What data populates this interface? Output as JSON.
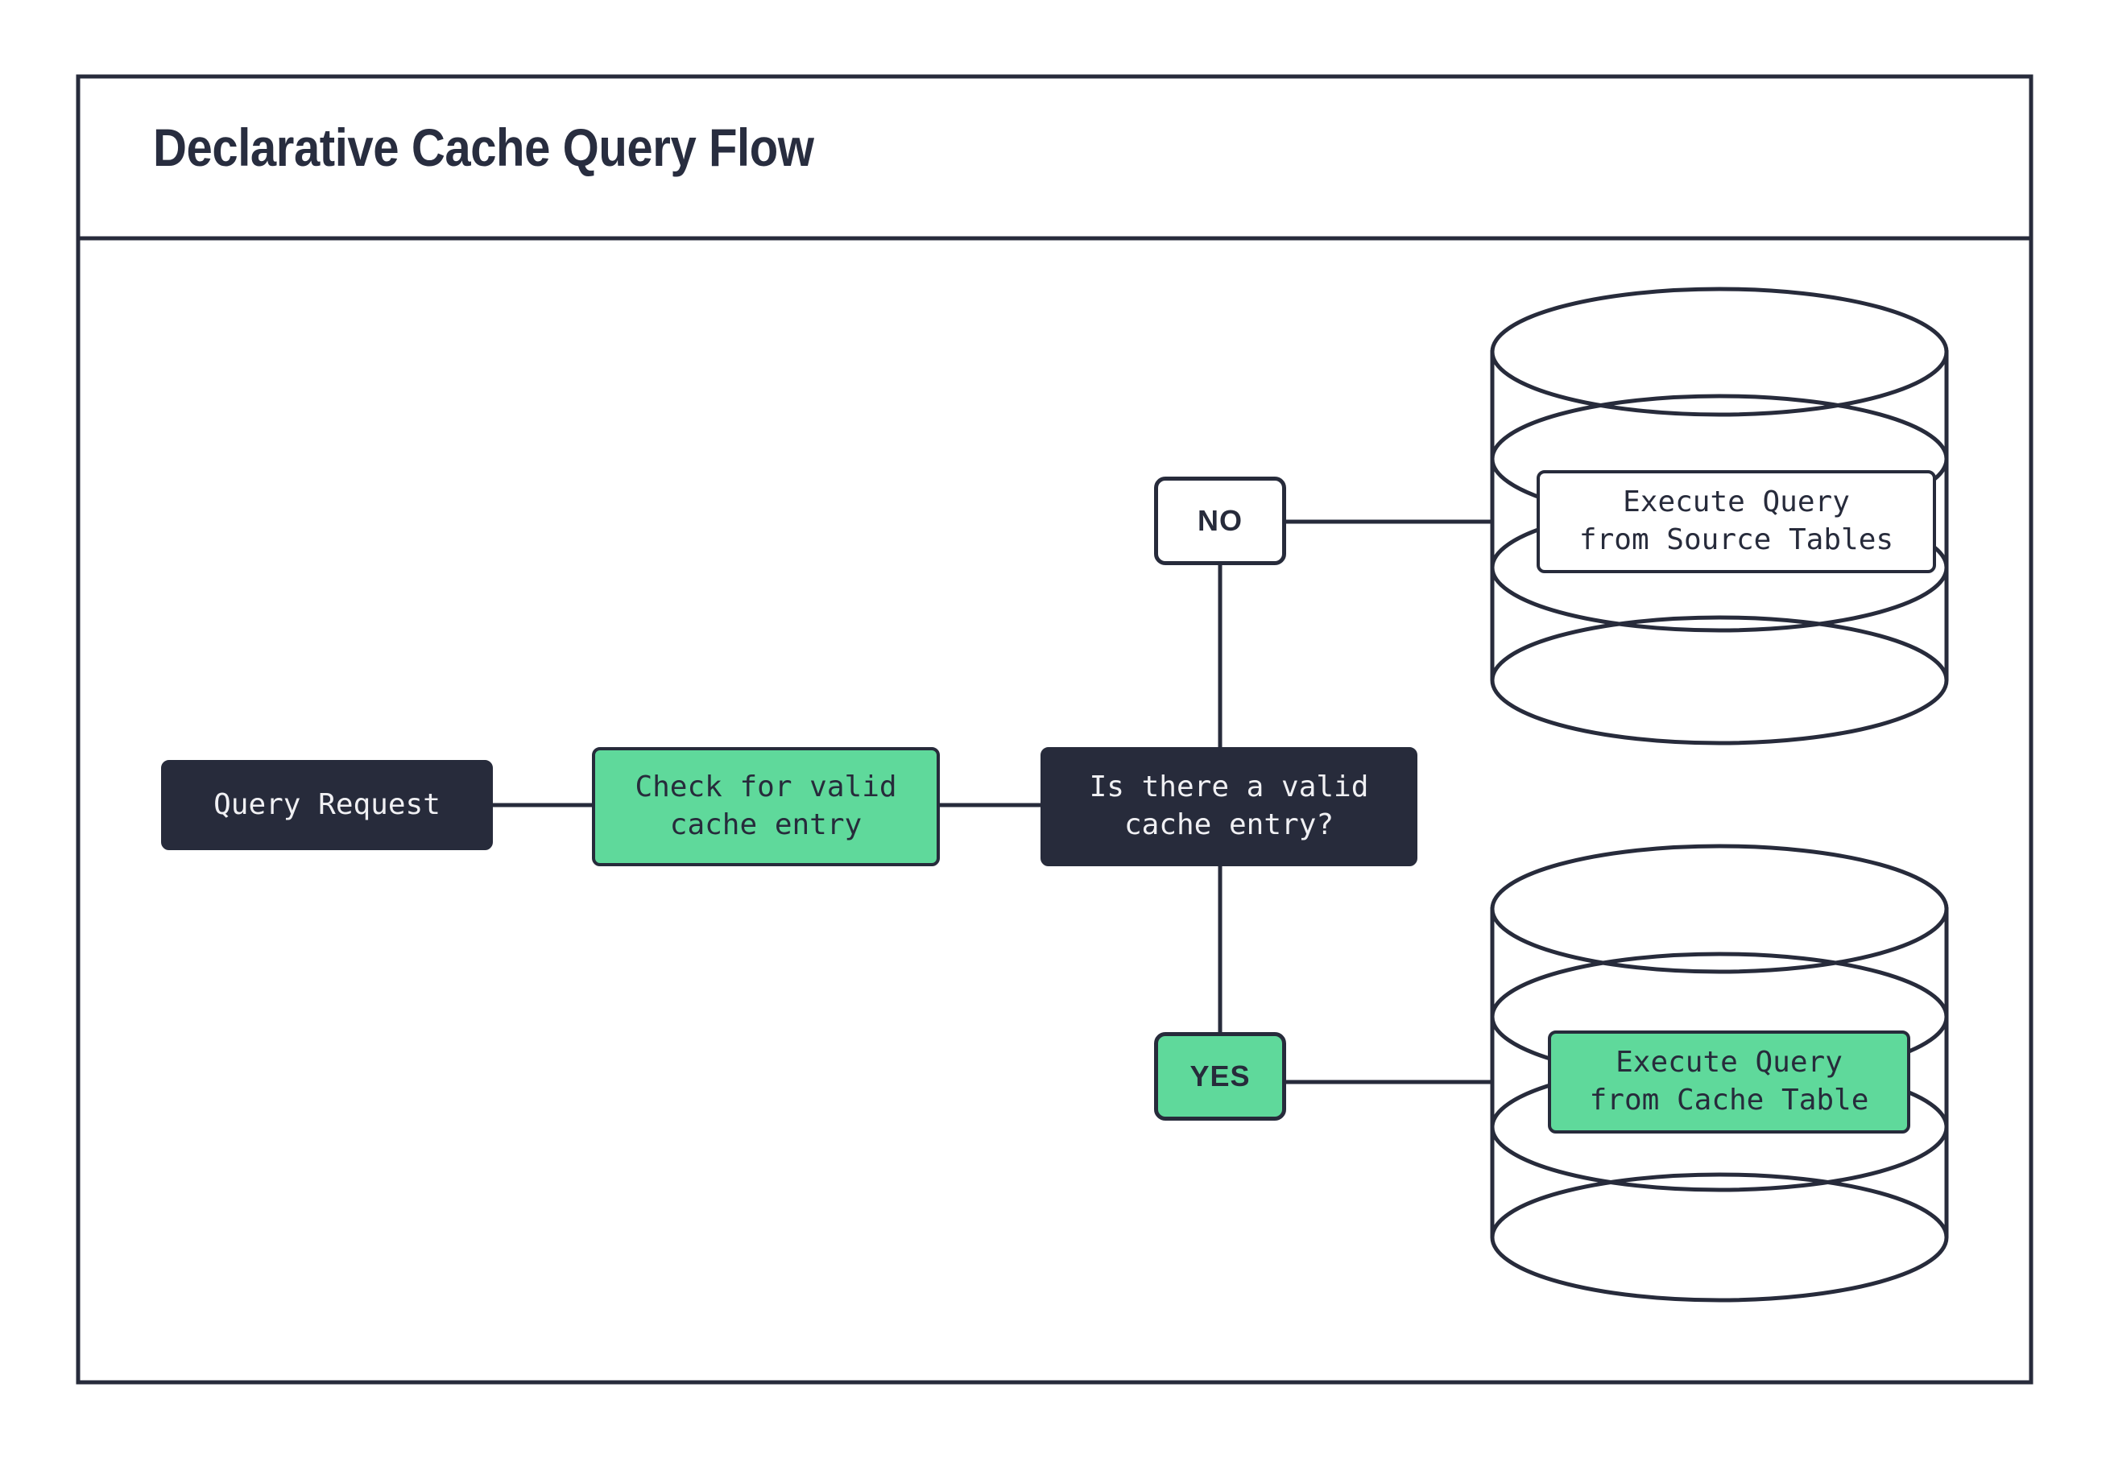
{
  "frame": {
    "title": "Declarative Cache Query Flow"
  },
  "colors": {
    "dark": "#272b3b",
    "green": "#5fd99b",
    "white": "#ffffff",
    "title_text": "#282d3f"
  },
  "flow": {
    "nodes": [
      {
        "id": "query-request",
        "label": "Query Request",
        "shape": "rounded-rect",
        "fill": "#272b3b",
        "text_color": "#f0f0f3"
      },
      {
        "id": "check-cache",
        "label": "Check for valid\ncache entry",
        "shape": "rounded-rect",
        "fill": "#5fd99b",
        "text_color": "#272b3b"
      },
      {
        "id": "decision",
        "label": "Is there a valid\ncache entry?",
        "shape": "rounded-rect",
        "fill": "#272b3b",
        "text_color": "#f0f0f3"
      },
      {
        "id": "branch-no",
        "label": "NO",
        "shape": "rounded-rect",
        "fill": "#ffffff",
        "text_color": "#272b3b"
      },
      {
        "id": "branch-yes",
        "label": "YES",
        "shape": "rounded-rect",
        "fill": "#5fd99b",
        "text_color": "#272b3b"
      },
      {
        "id": "source-db",
        "label": "Execute Query\nfrom Source Tables",
        "shape": "database-cylinder",
        "fill": "#ffffff",
        "text_color": "#272b3b"
      },
      {
        "id": "cache-db",
        "label": "Execute Query\nfrom Cache Table",
        "shape": "database-cylinder",
        "fill": "#5fd99b",
        "text_color": "#272b3b"
      }
    ],
    "edges": [
      {
        "from": "query-request",
        "to": "check-cache",
        "label": ""
      },
      {
        "from": "check-cache",
        "to": "decision",
        "label": ""
      },
      {
        "from": "decision",
        "to": "branch-no",
        "label": "NO"
      },
      {
        "from": "branch-no",
        "to": "source-db",
        "label": ""
      },
      {
        "from": "decision",
        "to": "branch-yes",
        "label": "YES"
      },
      {
        "from": "branch-yes",
        "to": "cache-db",
        "label": ""
      }
    ]
  }
}
